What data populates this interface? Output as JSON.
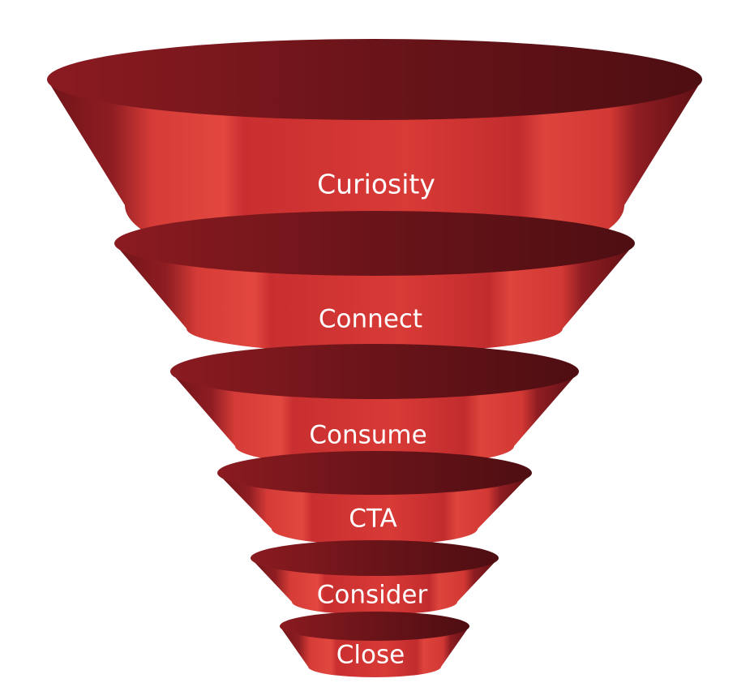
{
  "colors": {
    "background": "#ffffff",
    "rim": "#5c1117",
    "body_dark": "#7a171d",
    "body_mid": "#c62f30",
    "body_light": "#e2473f",
    "label": "#ffffff"
  },
  "stages": [
    {
      "label": "Curiosity"
    },
    {
      "label": "Connect"
    },
    {
      "label": "Consume"
    },
    {
      "label": "CTA"
    },
    {
      "label": "Consider"
    },
    {
      "label": "Close"
    }
  ]
}
